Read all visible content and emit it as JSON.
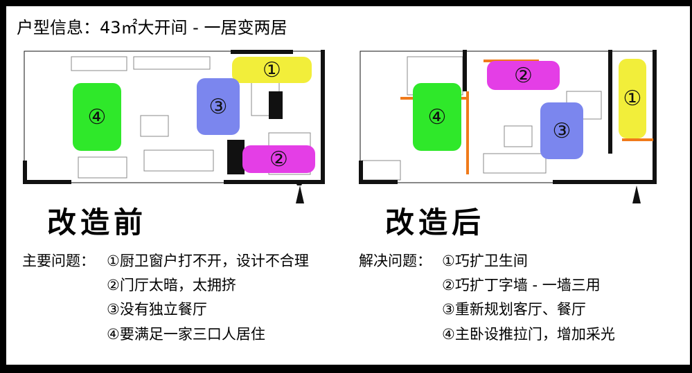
{
  "title": "户型信息：43㎡大开间 - 一居变两居",
  "before": {
    "label": "改造前",
    "heading": "主要问题：",
    "items": [
      "①厨卫窗户打不开，设计不合理",
      "②门厅太暗，太拥挤",
      "③没有独立餐厅",
      "④要满足一家三口人居住"
    ],
    "zones": [
      "①",
      "②",
      "③",
      "④"
    ]
  },
  "after": {
    "label": "改造后",
    "heading": "解决问题：",
    "items": [
      "①巧扩卫生间",
      "②巧扩丁字墙 - 一墙三用",
      "③重新规划客厅、餐厅",
      "④主卧设推拉门，增加采光"
    ],
    "zones": [
      "①",
      "②",
      "③",
      "④"
    ]
  },
  "colors": {
    "yellow": "#f2ee3a",
    "magenta": "#e43ee6",
    "blue": "#7b86ee",
    "green": "#2fe82a",
    "wall": "#111111",
    "orange": "#f07a1a"
  }
}
